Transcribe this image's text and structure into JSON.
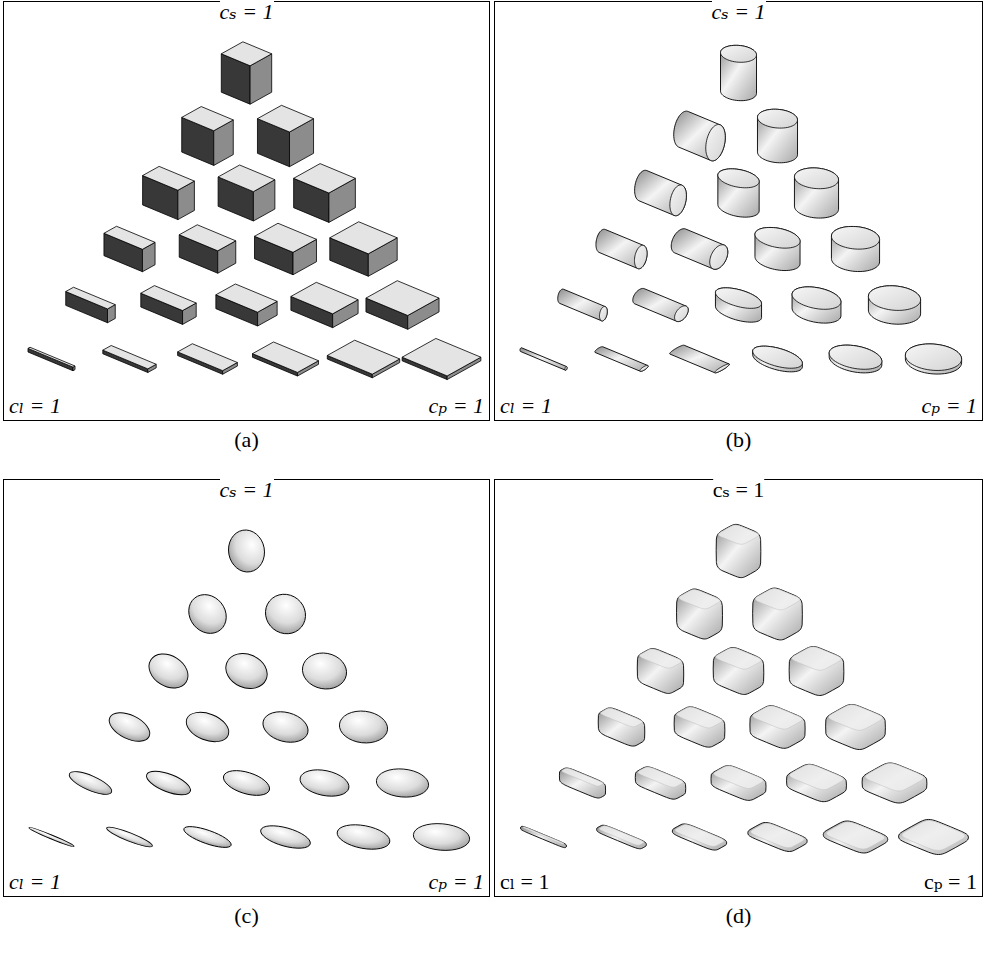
{
  "diagram": {
    "nodes": [
      {
        "text": [
          "cₛ = 1",
          "cₗ = 1",
          "cₚ = 1",
          "(a)"
        ]
      },
      {
        "text": [
          "cₛ = 1",
          "cₗ = 1",
          "cₚ = 1",
          "(b)"
        ]
      },
      {
        "text": [
          "cₛ = 1",
          "cₗ = 1",
          "cₚ = 1",
          "(c)"
        ]
      },
      {
        "text": [
          "cₛ = 1",
          "cₗ = 1",
          "cₚ = 1",
          "(d)"
        ]
      }
    ]
  }
}
